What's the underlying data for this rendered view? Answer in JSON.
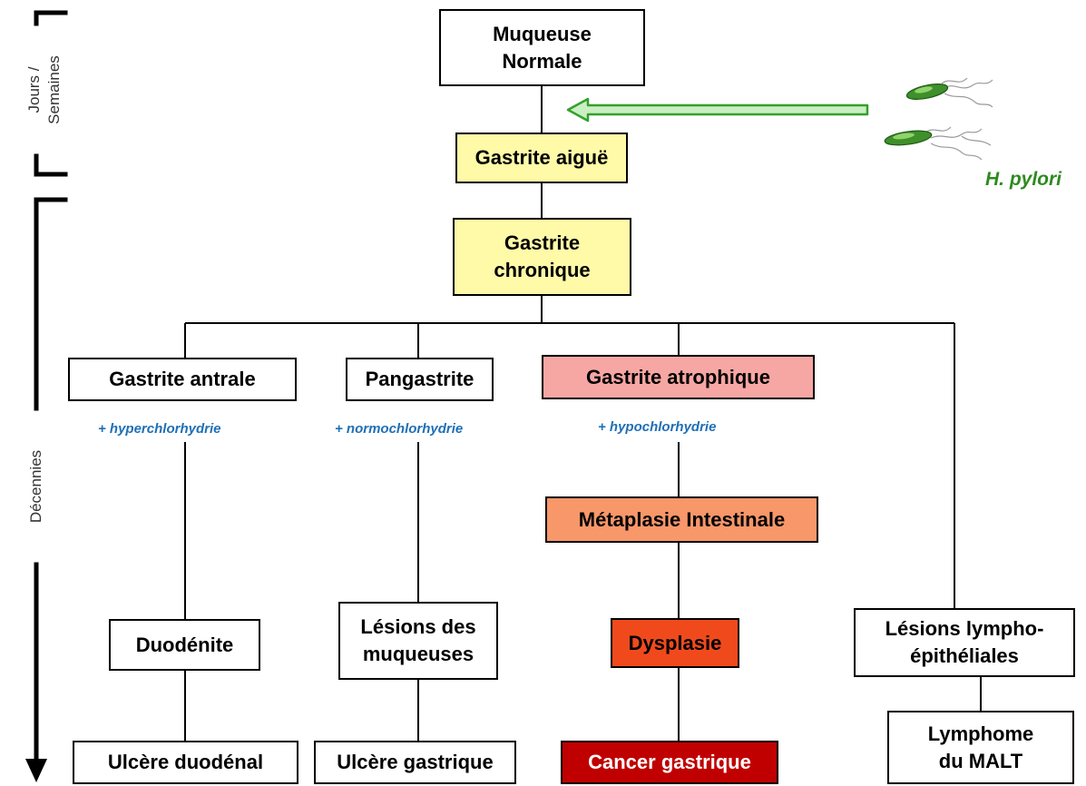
{
  "timeline": {
    "phase1_line1": "Jours /",
    "phase1_line2": "Semaines",
    "phase2": "Décennies"
  },
  "colors": {
    "acute": "#fffaa8",
    "chronic": "#fffaa8",
    "atrophic": "#f7a7a3",
    "metaplasia": "#f7976a",
    "dysplasia": "#f04a1c",
    "cancer": "#c00000",
    "arrow_green": "#33a02c",
    "note_blue": "#1f6fb5"
  },
  "nodes": {
    "normal_l1": "Muqueuse",
    "normal_l2": "Normale",
    "acute": "Gastrite aiguë",
    "chronic_l1": "Gastrite",
    "chronic_l2": "chronique",
    "antral": "Gastrite antrale",
    "pangastritis": "Pangastrite",
    "atrophic": "Gastrite atrophique",
    "metaplasia": "Métaplasie Intestinale",
    "duodenitis": "Duodénite",
    "mucosal_l1": "Lésions des",
    "mucosal_l2": "muqueuses",
    "dysplasia": "Dysplasie",
    "lymphoepi_l1": "Lésions lympho-",
    "lymphoepi_l2": "épithéliales",
    "duodenal_ulcer": "Ulcère duodénal",
    "gastric_ulcer": "Ulcère gastrique",
    "cancer": "Cancer gastrique",
    "malt_l1": "Lymphome",
    "malt_l2": "du MALT"
  },
  "notes": {
    "hyper": "+ hyperchlorhydrie",
    "normo": "+ normochlorhydrie",
    "hypo": "+ hypochlorhydrie"
  },
  "pathogen": {
    "label": "H. pylori",
    "icon": "bacteria-icon"
  }
}
